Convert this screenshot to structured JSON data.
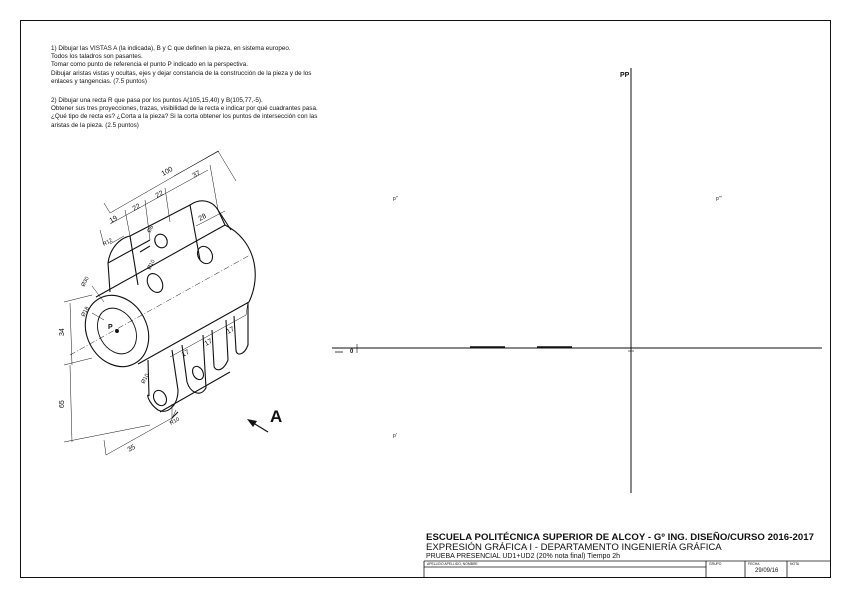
{
  "question1": {
    "lines": [
      "1) Dibujar las VISTAS A (la indicada), B y C que definen la pieza, en sistema europeo.",
      "Todos los taladros son pasantes.",
      "Tomar como punto de referencia el punto P indicado en la perspectiva.",
      "Dibujar aristas vistas y ocultas, ejes y dejar constancia de la construcción de la pieza y de los",
      "enlaces y tangencias. (7.5 puntos)"
    ]
  },
  "question2": {
    "lines": [
      "2) Dibujar una recta R que pasa por los puntos A(105,15,40) y B(105,77,-5).",
      "Obtener sus tres proyecciones, trazas, visibilidad de la recta e indicar por qué cuadrantes pasa.",
      "¿Qué tipo de recta es? ¿Corta a la pieza? Si la corta obtener los puntos de intersección con las",
      "aristas de la pieza. (2.5 puntos)"
    ]
  },
  "drawing": {
    "dims": {
      "d100": "100",
      "d37": "37",
      "d22a": "22",
      "d22b": "22",
      "d19": "19",
      "d28": "28",
      "r12": "R12",
      "d8": "Ø8",
      "d10": "Ø10",
      "d30": "Ø30",
      "d18": "Ø18",
      "d34": "34",
      "d65": "65",
      "d35": "35",
      "d17a": "17",
      "d17b": "17",
      "d17c": "17",
      "d10b": "Ø10",
      "r10": "R10"
    },
    "point_p": "P",
    "view_arrow": "A"
  },
  "projection": {
    "pp_label": "PP",
    "zero_label": "0",
    "p_left": "p''",
    "p_right": "p'''",
    "p_bottom": "p'"
  },
  "title_block": {
    "line1": "ESCUELA POLITÉCNICA SUPERIOR DE ALCOY - Gº ING. DISEÑO/CURSO 2016-2017",
    "line2": "EXPRESIÓN GRÁFICA I - DEPARTAMENTO INGENIERÍA GRÁFICA",
    "line3": "PRUEBA PRESENCIAL UD1+UD2 (20% nota final) Tiempo 2h",
    "name_label": "APELLIDO APELLIDO, NOMBRE",
    "group_label": "GRUPO",
    "date_label": "FECHA",
    "date_value": "29/09/16",
    "grade_label": "NOTA"
  }
}
